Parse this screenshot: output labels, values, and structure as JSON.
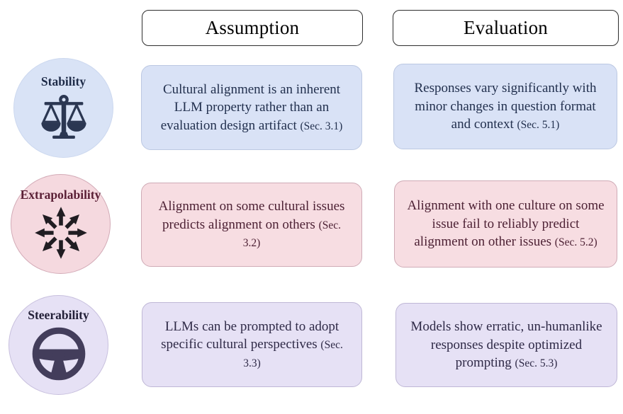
{
  "headers": {
    "assumption": "Assumption",
    "evaluation": "Evaluation"
  },
  "rows": [
    {
      "label": "Stability",
      "icon": "balance-scale-icon",
      "colors": {
        "bg": "#d9e2f6",
        "border": "#bcc8e2",
        "text": "#22304e",
        "icon": "#2b3752"
      },
      "assumption": {
        "text": "Cultural alignment is an inherent LLM property rather than an evaluation design artifact",
        "section": "(Sec. 3.1)"
      },
      "evaluation": {
        "text": "Responses vary significantly with minor changes in question format and context",
        "section": "(Sec. 5.1)"
      }
    },
    {
      "label": "Extrapolability",
      "icon": "radiating-arrows-icon",
      "colors": {
        "bg": "#f7dde2",
        "border": "#cfabb6",
        "text": "#4d2134",
        "icon": "#201d22"
      },
      "assumption": {
        "text": "Alignment on some cultural issues predicts alignment on others",
        "section": "(Sec. 3.2)"
      },
      "evaluation": {
        "text": "Alignment with one culture on some issue fail to reliably predict alignment on other issues",
        "section": "(Sec. 5.2)"
      }
    },
    {
      "label": "Steerability",
      "icon": "steering-wheel-icon",
      "colors": {
        "bg": "#e6e1f5",
        "border": "#bfb7d6",
        "text": "#2f2a47",
        "icon": "#433d5b"
      },
      "assumption": {
        "text": "LLMs can be prompted to adopt specific cultural perspectives",
        "section": "(Sec. 3.3)"
      },
      "evaluation": {
        "text": "Models show erratic, un-humanlike responses despite optimized prompting",
        "section": "(Sec. 5.3)"
      }
    }
  ]
}
